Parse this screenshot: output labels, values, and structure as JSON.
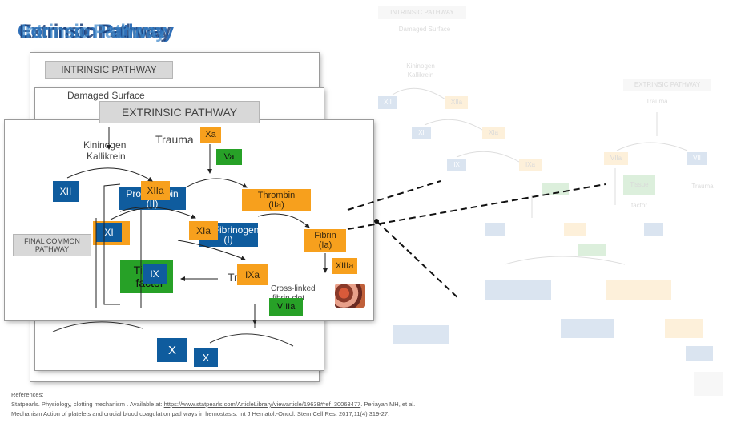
{
  "title": {
    "layer1": "Common Pathway",
    "layer2": "Extrinsic Pathway",
    "layer3": "Intrinsic Pathway"
  },
  "faded_diagram": {
    "intrinsic_label": "INTRINSIC PATHWAY",
    "damaged_surface": "Damaged Surface",
    "kininogen": "Kininogen",
    "kallikrein": "Kallikrein",
    "xii": "XII",
    "xiia": "XIIa",
    "xi": "XI",
    "xia": "XIa",
    "ix": "IX",
    "ixa": "IXa",
    "extrinsic_label": "EXTRINSIC PATHWAY",
    "trauma": "Trauma",
    "viia": "VIIa",
    "vii": "VII",
    "tissue_factor": "Tissue factor",
    "trauma2": "Trauma"
  },
  "slide_back": {
    "intrinsic_label": "INTRINSIC PATHWAY",
    "damaged_surface": "Damaged Surface",
    "x_box": "X",
    "x_box2": "X"
  },
  "slide_front": {
    "extrinsic_label": "EXTRINSIC PATHWAY",
    "kininogen": "Kininogen",
    "kallikrein": "Kallikrein",
    "trauma_top": "Trauma",
    "xa": "Xa",
    "va": "Va",
    "xii": "XII",
    "prothrombin": "Prothrombin",
    "prothrombin_sub": "(II)",
    "xiia": "XIIa",
    "thrombin": "Thrombin",
    "thrombin_sub": "(IIa)",
    "xi": "XI",
    "xia": "XIa",
    "fibrinogen": "Fibrinogen",
    "fibrinogen_sub": "(I)",
    "fibrin": "Fibrin",
    "fibrin_sub": "(Ia)",
    "final_common": "FINAL COMMON PATHWAY",
    "xiiia": "XIIIa",
    "tissue_factor": "Tissue factor",
    "ix": "IX",
    "ixa": "IXa",
    "trauma_mid": "Trauma",
    "cross_linked": "Cross-linked",
    "fibrin_clot": "fibrin clot",
    "viiia": "VIIIa"
  },
  "references": {
    "heading": "References:",
    "line1_pre": "Statpearls. Physiology, clotting mechanism . Available at: ",
    "line1_link": "https://www.statpearls.com/ArticleLibrary/viewarticle/19638#ref_30063477",
    "line1_post": ". Periayah MH, et al.",
    "line2": "Mechanism Action of platelets and crucial blood coagulation pathways in hemostasis. Int J Hematol.-Oncol. Stem Cell Res. 2017;11(4):319-27."
  },
  "colors": {
    "blue_box": "#0f5c9e",
    "orange_box": "#f7a01d",
    "green_box": "#27a127",
    "title": "#2f6fb8"
  }
}
